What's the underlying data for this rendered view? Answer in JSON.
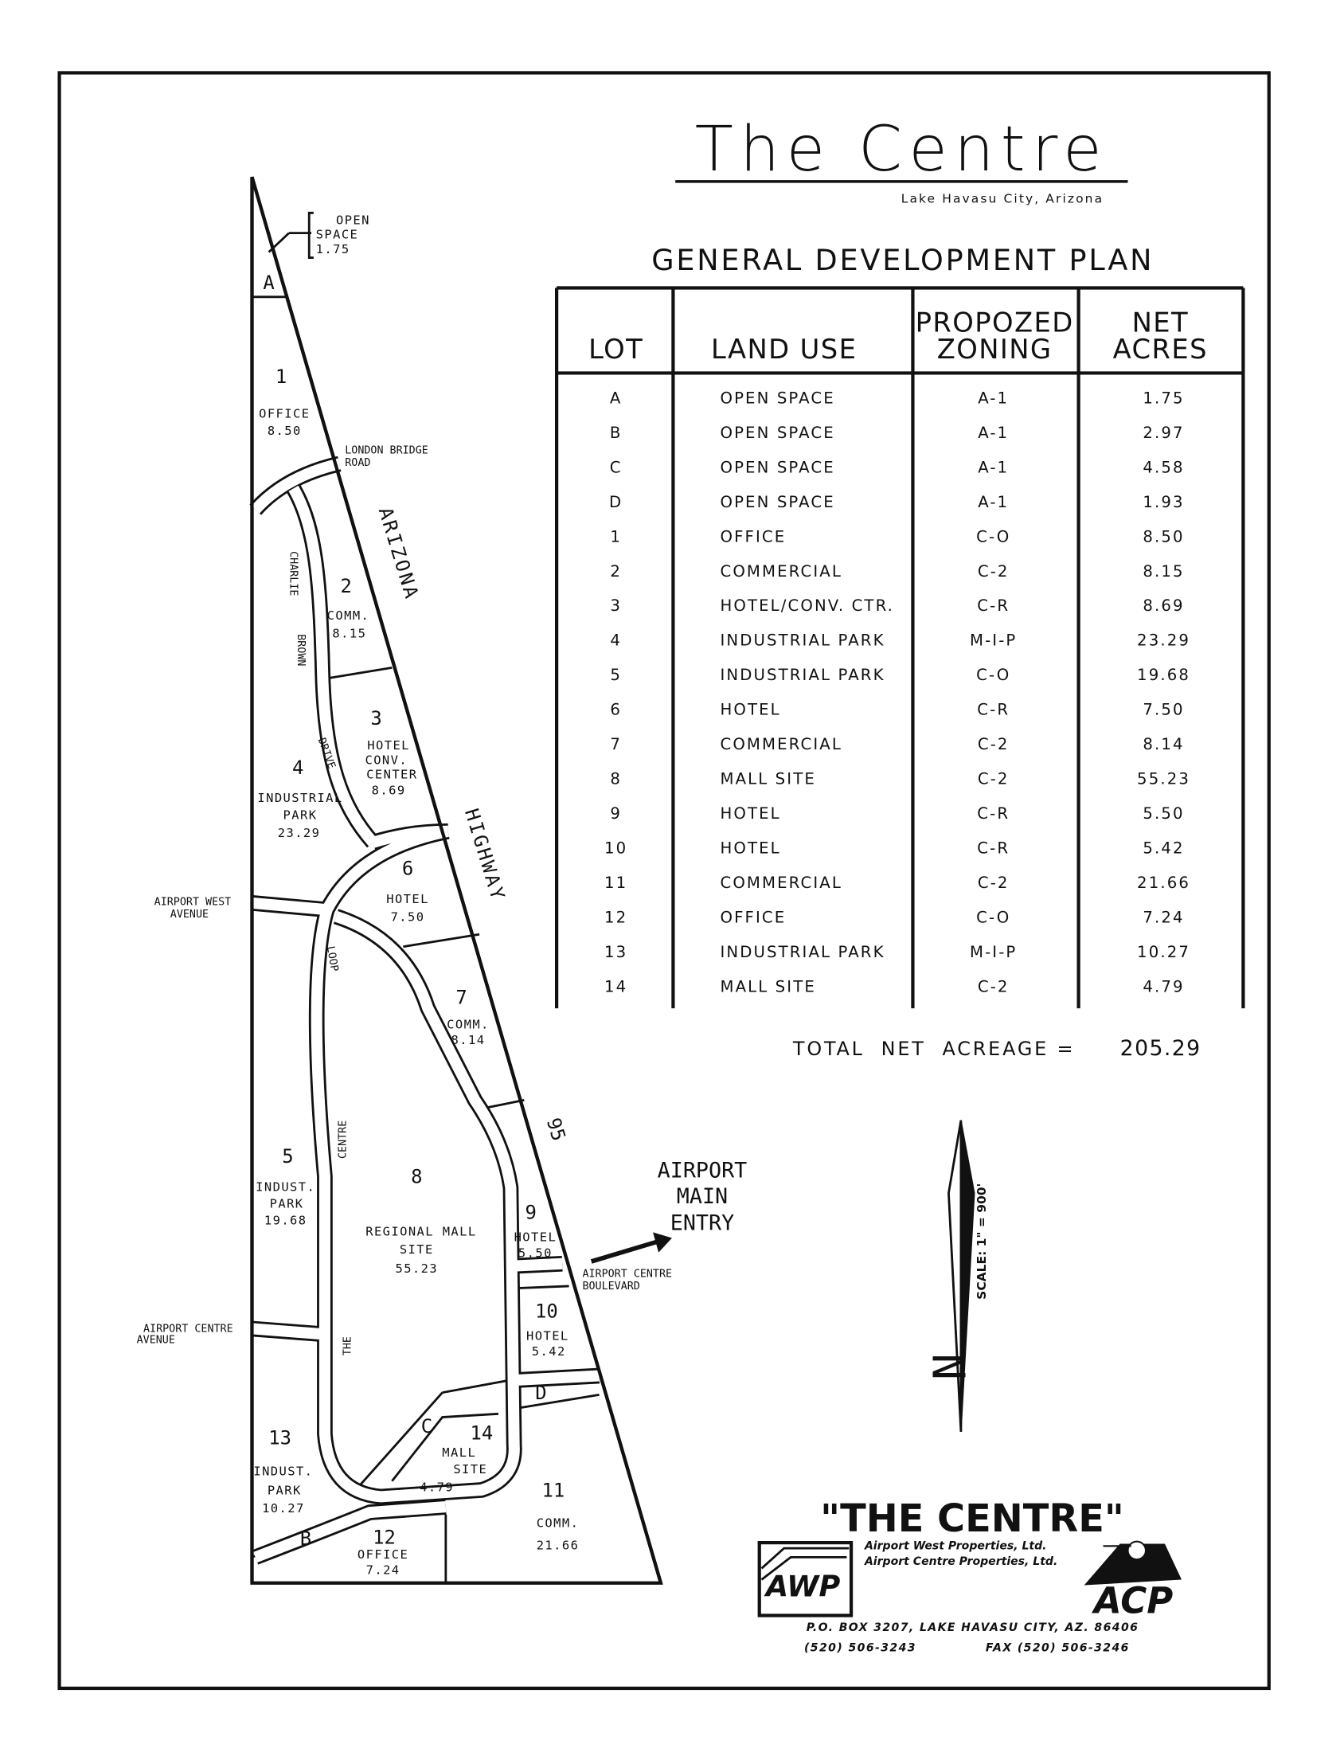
{
  "header": {
    "title": "The Centre",
    "location": "Lake Havasu City, Arizona",
    "plan_heading": "GENERAL DEVELOPMENT PLAN"
  },
  "table": {
    "columns": [
      "LOT",
      "LAND USE",
      "PROPOZED ZONING",
      "NET ACRES"
    ],
    "column_lines": {
      "zoning": [
        "PROPOZED",
        "ZONING"
      ],
      "acres": [
        "NET",
        "ACRES"
      ]
    },
    "rows": [
      {
        "lot": "A",
        "use": "OPEN SPACE",
        "zoning": "A-1",
        "acres": "1.75"
      },
      {
        "lot": "B",
        "use": "OPEN SPACE",
        "zoning": "A-1",
        "acres": "2.97"
      },
      {
        "lot": "C",
        "use": "OPEN SPACE",
        "zoning": "A-1",
        "acres": "4.58"
      },
      {
        "lot": "D",
        "use": "OPEN SPACE",
        "zoning": "A-1",
        "acres": "1.93"
      },
      {
        "lot": "1",
        "use": "OFFICE",
        "zoning": "C-O",
        "acres": "8.50"
      },
      {
        "lot": "2",
        "use": "COMMERCIAL",
        "zoning": "C-2",
        "acres": "8.15"
      },
      {
        "lot": "3",
        "use": "HOTEL/CONV. CTR.",
        "zoning": "C-R",
        "acres": "8.69"
      },
      {
        "lot": "4",
        "use": "INDUSTRIAL PARK",
        "zoning": "M-I-P",
        "acres": "23.29"
      },
      {
        "lot": "5",
        "use": "INDUSTRIAL PARK",
        "zoning": "C-O",
        "acres": "19.68"
      },
      {
        "lot": "6",
        "use": "HOTEL",
        "zoning": "C-R",
        "acres": "7.50"
      },
      {
        "lot": "7",
        "use": "COMMERCIAL",
        "zoning": "C-2",
        "acres": "8.14"
      },
      {
        "lot": "8",
        "use": "MALL SITE",
        "zoning": "C-2",
        "acres": "55.23"
      },
      {
        "lot": "9",
        "use": "HOTEL",
        "zoning": "C-R",
        "acres": "5.50"
      },
      {
        "lot": "10",
        "use": "HOTEL",
        "zoning": "C-R",
        "acres": "5.42"
      },
      {
        "lot": "11",
        "use": "COMMERCIAL",
        "zoning": "C-2",
        "acres": "21.66"
      },
      {
        "lot": "12",
        "use": "OFFICE",
        "zoning": "C-O",
        "acres": "7.24"
      },
      {
        "lot": "13",
        "use": "INDUSTRIAL PARK",
        "zoning": "M-I-P",
        "acres": "10.27"
      },
      {
        "lot": "14",
        "use": "MALL SITE",
        "zoning": "C-2",
        "acres": "4.79"
      }
    ],
    "total_label": "TOTAL  NET  ACREAGE =",
    "total_value": "205.29"
  },
  "map": {
    "lots": {
      "A": "A",
      "os_1": "OPEN",
      "os_2": "SPACE",
      "os_3": "1.75",
      "l1": "1",
      "l1_use": "OFFICE",
      "l1_ac": "8.50",
      "l2": "2",
      "l2_use": "COMM.",
      "l2_ac": "8.15",
      "l3": "3",
      "l3_u1": "HOTEL",
      "l3_u2": "CONV.",
      "l3_u3": "CENTER",
      "l3_ac": "8.69",
      "l4": "4",
      "l4_u1": "INDUSTRIAL",
      "l4_u2": "PARK",
      "l4_ac": "23.29",
      "l5": "5",
      "l5_u1": "INDUST.",
      "l5_u2": "PARK",
      "l5_ac": "19.68",
      "l6": "6",
      "l6_use": "HOTEL",
      "l6_ac": "7.50",
      "l7": "7",
      "l7_use": "COMM.",
      "l7_ac": "8.14",
      "l8": "8",
      "l8_u1": "REGIONAL MALL",
      "l8_u2": "SITE",
      "l8_ac": "55.23",
      "l9": "9",
      "l9_use": "HOTEL",
      "l9_ac": "5.50",
      "l10": "10",
      "l10_use": "HOTEL",
      "l10_ac": "5.42",
      "l11": "11",
      "l11_use": "COMM.",
      "l11_ac": "21.66",
      "l12": "12",
      "l12_use": "OFFICE",
      "l12_ac": "7.24",
      "l13": "13",
      "l13_u1": "INDUST.",
      "l13_u2": "PARK",
      "l13_ac": "10.27",
      "l14": "14",
      "l14_u1": "MALL",
      "l14_u2": "SITE",
      "l14_ac": "4.79",
      "B": "B",
      "C": "C",
      "D": "D"
    },
    "roads": {
      "london_1": "LONDON BRIDGE",
      "london_2": "ROAD",
      "charlie": "CHARLIE",
      "brown": "BROWN",
      "drive": "DRIVE",
      "arizona": "ARIZONA",
      "highway": "HIGHWAY",
      "hwy_num": "95",
      "apw_1": "AIRPORT WEST",
      "apw_2": "AVENUE",
      "loop": "LOOP",
      "centre": "CENTRE",
      "the": "THE",
      "apc_ave_1": "AIRPORT CENTRE",
      "apc_ave_2": "AVENUE",
      "apc_blvd_1": "AIRPORT CENTRE",
      "apc_blvd_2": "BOULEVARD"
    },
    "entry": [
      "AIRPORT",
      "MAIN",
      "ENTRY"
    ],
    "scale": "SCALE: 1\" = 900'",
    "north": "N"
  },
  "footer": {
    "logo_title": "\"THE CENTRE\"",
    "company_1": "Airport West Properties, Ltd.",
    "company_2": "Airport Centre Properties, Ltd.",
    "awp_logo": "AWP",
    "acp_logo": "ACP",
    "address": "P.O. BOX 3207, LAKE HAVASU CITY, AZ. 86406",
    "phone": "(520) 506-3243",
    "fax": "FAX (520) 506-3246"
  }
}
